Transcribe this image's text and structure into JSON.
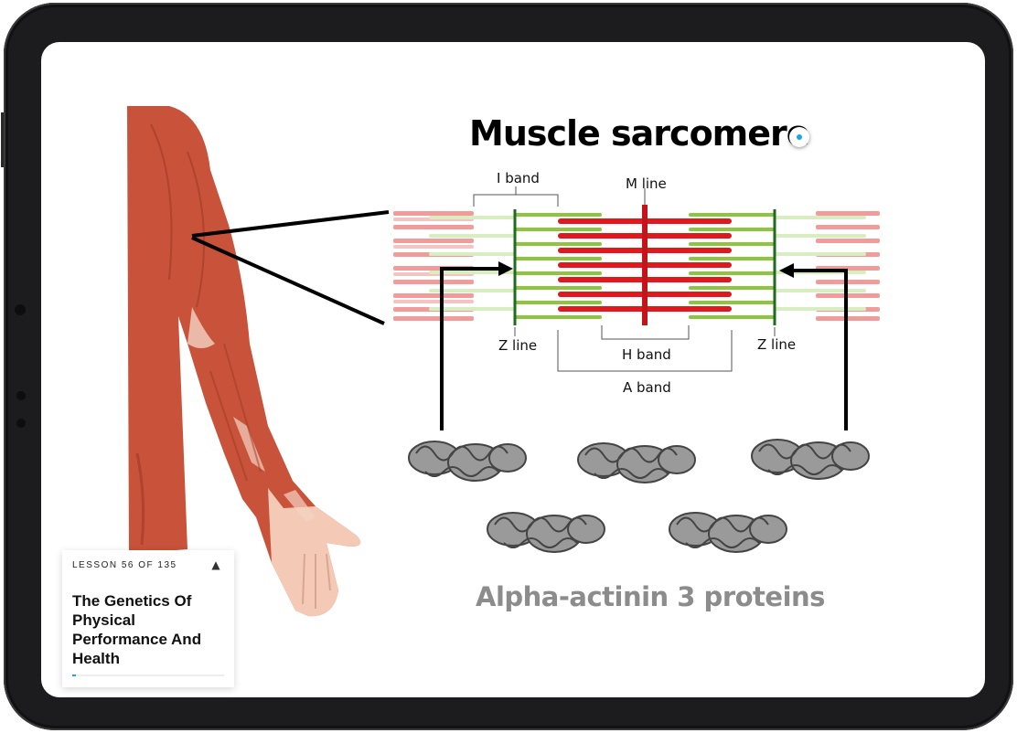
{
  "diagram": {
    "title": "Muscle sarcomere",
    "labels": {
      "i_band": "I band",
      "m_line": "M line",
      "z_line_left": "Z line",
      "z_line_right": "Z line",
      "h_band": "H band",
      "a_band": "A band"
    },
    "proteins_caption": "Alpha-actinin 3 proteins"
  },
  "lesson": {
    "kicker": "LESSON 56 OF 135",
    "title": "The Genetics Of Physical Performance And Health",
    "progress": 0.023
  },
  "colors": {
    "muscle": "#c8523a",
    "actin": "#8cc63f",
    "myosin": "#e0191f",
    "pink": "#f29b9b",
    "light_green": "#d8eec0",
    "accent": "#15a8e8",
    "caption": "#8c8c8c"
  },
  "icons": {
    "toggle": "chevron-up-icon",
    "hotspot": "info-dot-icon"
  }
}
